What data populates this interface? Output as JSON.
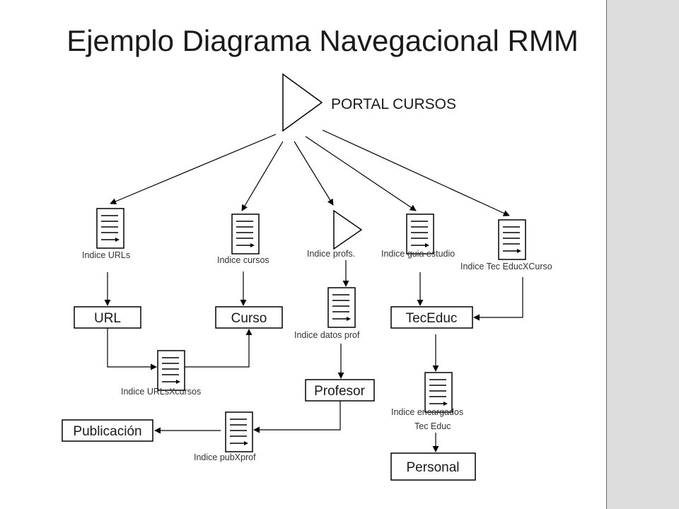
{
  "title": "Ejemplo Diagrama Navegacional RMM",
  "portal": {
    "label": "PORTAL CURSOS"
  },
  "indices": {
    "urls": "Indice URLs",
    "cursos": "Indice cursos",
    "profs": "Indice profs.",
    "guia": "Indice guia estudio",
    "tec_educ_x_curso": "Indice Tec EducXCurso",
    "datos_prof": "Indice datos prof",
    "urls_x_cursos": "Indice URLsXcursos",
    "pub_x_prof": "Indice pubXprof",
    "encargados_line1": "Indice encargados",
    "encargados_line2": "Tec Educ"
  },
  "entities": {
    "url": "URL",
    "curso": "Curso",
    "tec_educ": "TecEduc",
    "profesor": "Profesor",
    "publicacion": "Publicación",
    "personal": "Personal"
  }
}
